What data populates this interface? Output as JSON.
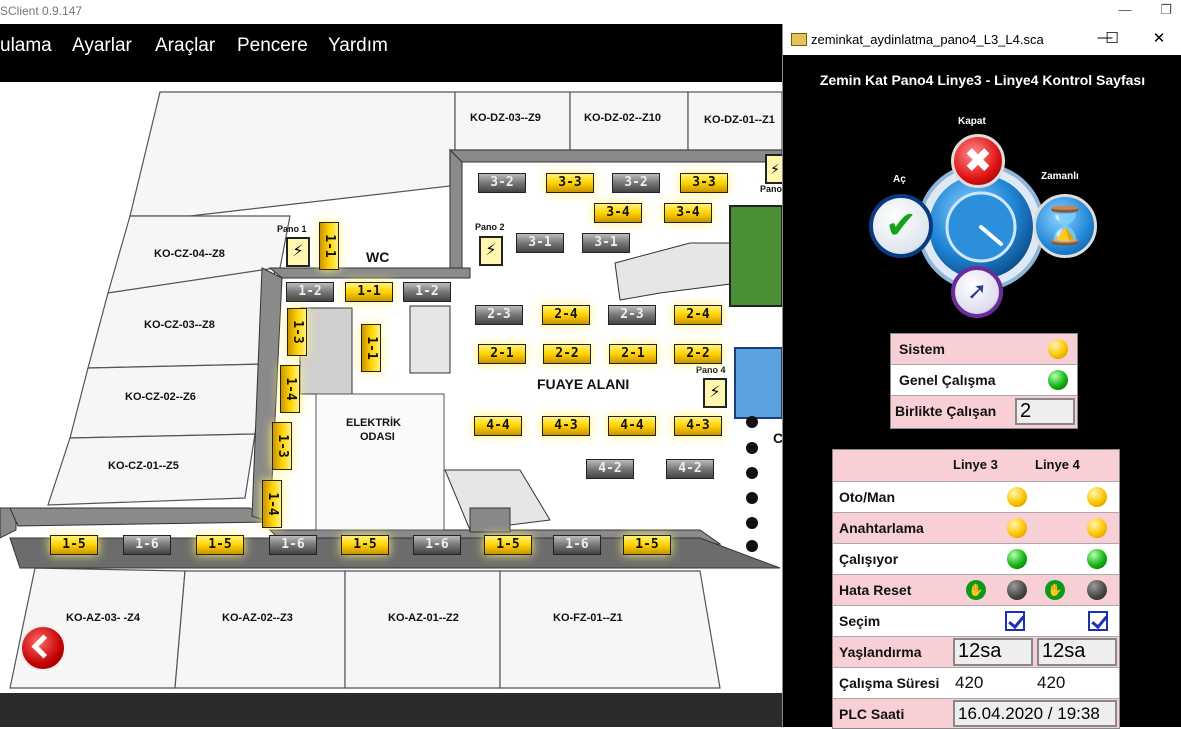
{
  "window": {
    "title": "SClient 0.9.147"
  },
  "menu": [
    "ulama",
    "Ayarlar",
    "Araçlar",
    "Pencere",
    "Yardım"
  ],
  "rooms": {
    "top": [
      "KO-DZ-03--Z9",
      "KO-DZ-02--Z10",
      "KO-DZ-01--Z1"
    ],
    "left": [
      "KO-CZ-04--Z8",
      "KO-CZ-03--Z8",
      "KO-CZ-02--Z6",
      "KO-CZ-01--Z5"
    ],
    "bottom": [
      "KO-AZ-03- -Z4",
      "KO-AZ-02--Z3",
      "KO-AZ-01--Z2",
      "KO-FZ-01--Z1"
    ],
    "wc": "WC",
    "electric_1": "ELEKTRİK",
    "electric_2": "ODASI",
    "foyer": "FUAYE ALANI",
    "pano1": "Pano 1",
    "pano2": "Pano 2",
    "pano3": "Pano",
    "pano4": "Pano 4",
    "partial_c": "C"
  },
  "lights": {
    "l33": "3-3",
    "l32": "3-2",
    "l34": "3-4",
    "l31": "3-1",
    "l23": "2-3",
    "l24": "2-4",
    "l21": "2-1",
    "l22": "2-2",
    "l44": "4-4",
    "l43": "4-3",
    "l42": "4-2",
    "l12": "1-2",
    "l11": "1-1",
    "l13": "1-3",
    "l14": "1-4",
    "l15": "1-5",
    "l16": "1-6"
  },
  "popup": {
    "title": "zeminkat_aydinlatma_pano4_L3_L4.sca",
    "heading": "Zemin Kat  Pano4  Linye3 - Linye4  Kontrol Sayfası",
    "controls": {
      "close_label": "Kapat",
      "open_label": "Aç",
      "timed_label": "Zamanlı"
    },
    "status": {
      "system_label": "Sistem",
      "general_label": "Genel Çalışma",
      "together_label": "Birlikte Çalışan",
      "together_value": "2"
    },
    "lines": {
      "col1": "Linye 3",
      "col2": "Linye 4",
      "rows": {
        "oto": "Oto/Man",
        "switching": "Anahtarlama",
        "running": "Çalışıyor",
        "reset": "Hata Reset",
        "select": "Seçim",
        "aging": "Yaşlandırma",
        "runtime": "Çalışma Süresi",
        "plc": "PLC Saati"
      },
      "aging_values": [
        "12sa",
        "12sa"
      ],
      "runtime_values": [
        "420",
        "420"
      ],
      "plc_value": "16.04.2020 / 19:38"
    }
  }
}
